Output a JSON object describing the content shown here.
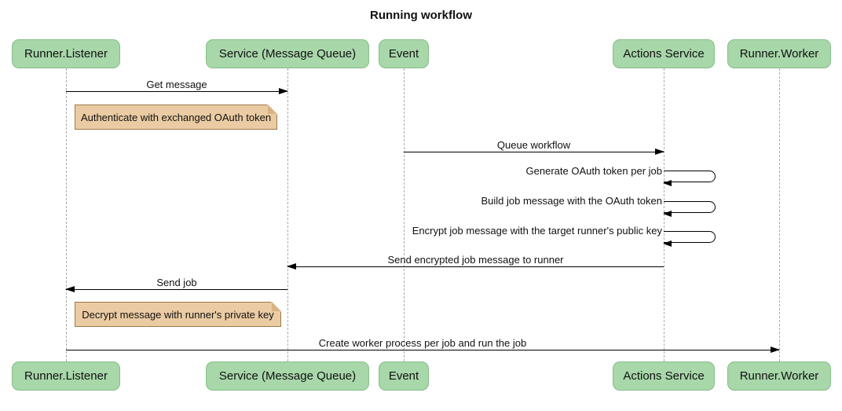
{
  "title": "Running workflow",
  "participants": [
    {
      "label": "Runner.Listener"
    },
    {
      "label": "Service (Message Queue)"
    },
    {
      "label": "Event"
    },
    {
      "label": "Actions Service"
    },
    {
      "label": "Runner.Worker"
    }
  ],
  "messages": [
    {
      "label": "Get message",
      "from": "Runner.Listener",
      "to": "Service (Message Queue)",
      "type": "arrow-right"
    },
    {
      "label": "Queue workflow",
      "from": "Event",
      "to": "Actions Service",
      "type": "arrow-right"
    },
    {
      "label": "Generate OAuth token per job",
      "from": "Actions Service",
      "to": "Actions Service",
      "type": "self-loop"
    },
    {
      "label": "Build job message with the OAuth token",
      "from": "Actions Service",
      "to": "Actions Service",
      "type": "self-loop"
    },
    {
      "label": "Encrypt job message with the target runner's public key",
      "from": "Actions Service",
      "to": "Actions Service",
      "type": "self-loop"
    },
    {
      "label": "Send encrypted job message to runner",
      "from": "Actions Service",
      "to": "Service (Message Queue)",
      "type": "arrow-left"
    },
    {
      "label": "Send job",
      "from": "Service (Message Queue)",
      "to": "Runner.Listener",
      "type": "arrow-left"
    },
    {
      "label": "Create worker process per job and run the job",
      "from": "Runner.Listener",
      "to": "Runner.Worker",
      "type": "arrow-right"
    }
  ],
  "notes": [
    {
      "label": "Authenticate with exchanged OAuth token"
    },
    {
      "label": "Decrypt message with runner's private key"
    }
  ],
  "colors": {
    "actor_fill": "#a8d7aa",
    "actor_border": "#86be88",
    "note_fill": "#ebcba3",
    "note_border": "#9c7a4a",
    "line": "#000000",
    "lifeline": "#ababab"
  }
}
